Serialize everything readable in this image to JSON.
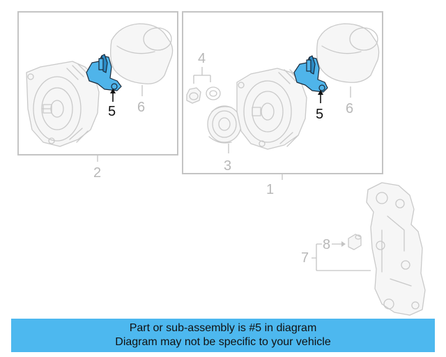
{
  "callouts": {
    "c1": "1",
    "c2": "2",
    "c3": "3",
    "c4": "4",
    "c5_left": "5",
    "c5_right": "5",
    "c6_left": "6",
    "c6_right": "6",
    "c7": "7",
    "c8": "8"
  },
  "banner": {
    "line1": "Part or sub-assembly is #5 in diagram",
    "line2": "Diagram may not be specific to your vehicle"
  },
  "colors": {
    "highlight_part": "#4fb4ea",
    "banner_background": "#4db8ef",
    "ghost_lines": "#c9c9c9"
  }
}
